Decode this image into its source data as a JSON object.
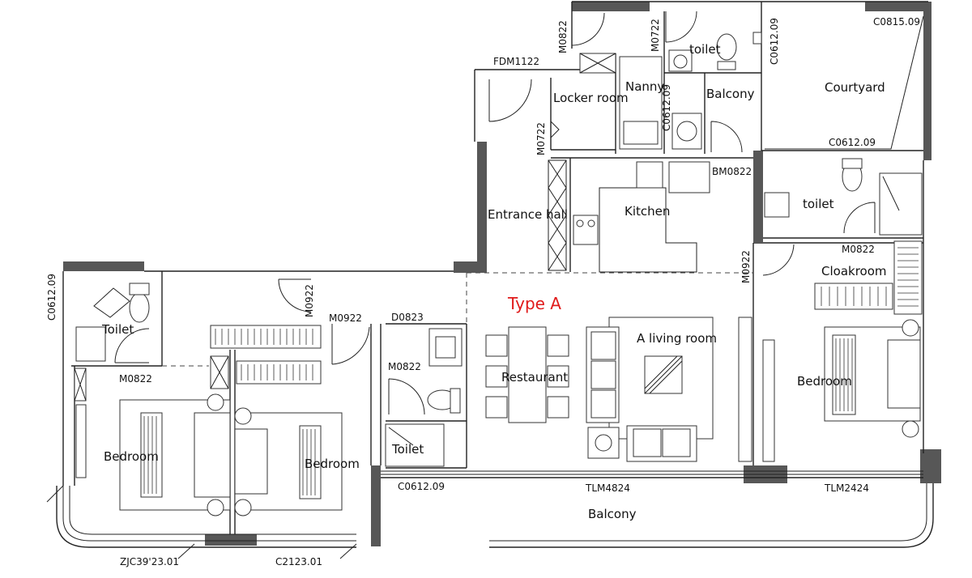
{
  "plan": {
    "title": "Type A",
    "colors": {
      "title": "#e01a1a",
      "wall": "#575757",
      "line": "#222222"
    },
    "rooms": {
      "courtyard": "Courtyard",
      "toilet_top": "toilet",
      "nanny": "Nanny",
      "balcony_top": "Balcony",
      "locker_room": "Locker room",
      "entrance_hall": "Entrance hall",
      "kitchen": "Kitchen",
      "toilet_right": "toilet",
      "cloakroom": "Cloakroom",
      "living_room": "A living room",
      "restaurant": "Restaurant",
      "bedroom_right": "Bedroom",
      "toilet_left": "Toilet",
      "bedroom_left": "Bedroom",
      "bedroom_middle": "Bedroom",
      "toilet_middle": "Toilet",
      "balcony_bottom": "Balcony"
    },
    "codes": {
      "c0815": "C0815.09",
      "c0612_top": "C0612.09",
      "m0822_top": "M0822",
      "m0722_top": "M0722",
      "fdm1122": "FDM1122",
      "c0612_nanny": "C0612.09",
      "m0722_left": "M0722",
      "c0612_right": "C0612.09",
      "bm0822": "BM0822",
      "m0822_right": "M0822",
      "m0922_right": "M0922",
      "c0612_left": "C0612.09",
      "m0922_left": "M0922",
      "m0922_mid": "M0922",
      "d0823": "D0823",
      "m0822_mid": "M0822",
      "m0822_left": "M0822",
      "c0612_bottom": "C0612.09",
      "tlm4824": "TLM4824",
      "tlm2424": "TLM2424",
      "zjc": "ZJC39'23.01",
      "c2123": "C2123.01"
    }
  }
}
